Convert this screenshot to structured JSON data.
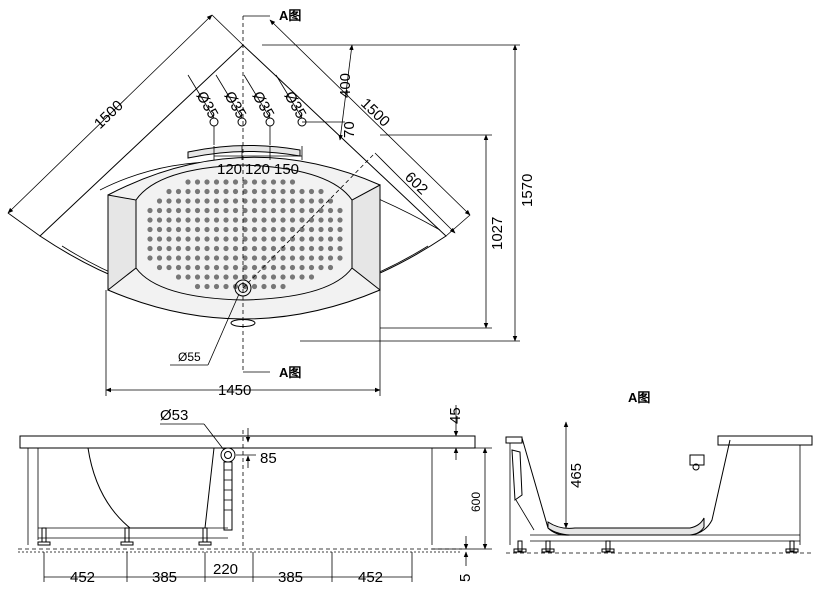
{
  "top_view": {
    "section_label_top": "A图",
    "section_label_bottom": "A图",
    "dim_side_left": "1500",
    "dim_side_right": "1500",
    "hole_diameters": [
      "Ø35",
      "Ø35",
      "Ø35",
      "Ø35"
    ],
    "dim_400": "400",
    "dim_70": "70",
    "dim_hole_spacing": [
      "120",
      "120",
      "150"
    ],
    "dim_602": "602",
    "dim_1027": "1027",
    "dim_1570": "1570",
    "dim_1450": "1450",
    "drain_diameter": "Ø55"
  },
  "front_view": {
    "overflow_diameter": "Ø53",
    "dim_85": "85",
    "dim_45": "45",
    "dim_600": "600",
    "dim_5": "5",
    "bottom_dims": [
      "452",
      "385",
      "220",
      "385",
      "452"
    ]
  },
  "section_view": {
    "title": "A图",
    "dim_465": "465"
  }
}
